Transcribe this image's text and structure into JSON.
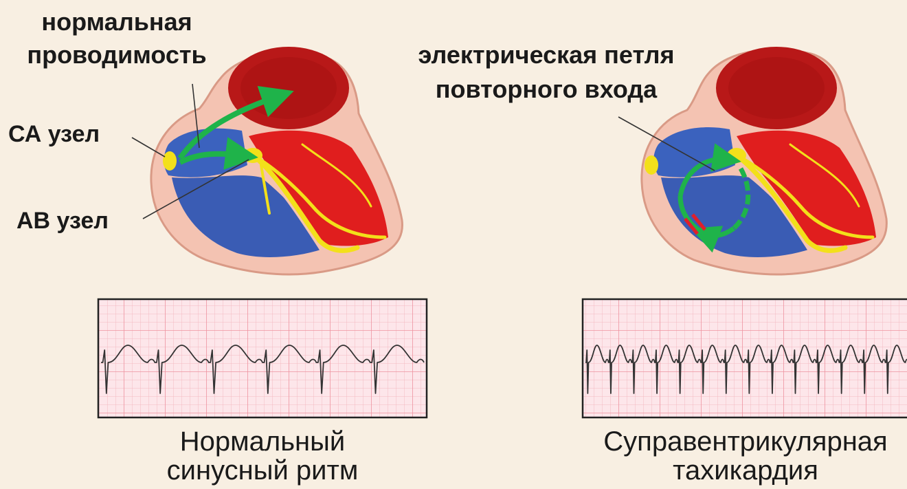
{
  "left_panel": {
    "label_normal_conduction_line1": "нормальная",
    "label_normal_conduction_line2": "проводимость",
    "label_sa_node": "СА узел",
    "label_av_node": "АВ узел",
    "caption_line1": "Нормальный",
    "caption_line2": "синусный ритм"
  },
  "right_panel": {
    "label_reentry_line1": "электрическая петля",
    "label_reentry_line2": "повторного входа",
    "caption_line1": "Суправентрикулярная",
    "caption_line2": "тахикардия"
  },
  "colors": {
    "background": "#f8efe2",
    "heart_outline": "#f0b8a6",
    "right_heart_blue": "#3a5fb8",
    "left_heart_red": "#d91a1a",
    "atrium_dark_red": "#b01414",
    "conduction_yellow": "#f3e01a",
    "arrow_green": "#1fb34a",
    "block_red": "#e0202a",
    "ecg_grid": "#f2a6b0",
    "ecg_paper": "#fde6ea",
    "ecg_trace": "#333333"
  },
  "ecg": {
    "normal_beats": 6,
    "svt_beats": 14
  }
}
